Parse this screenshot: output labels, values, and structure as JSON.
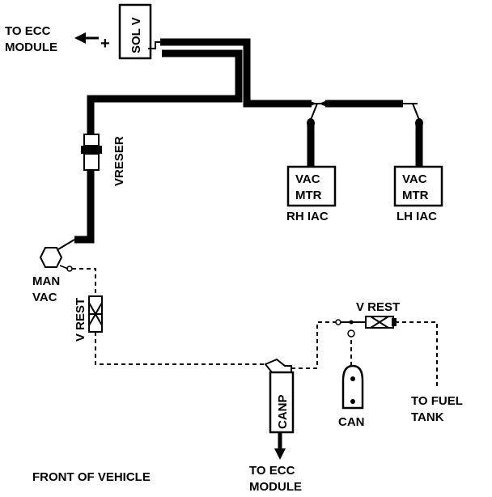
{
  "labels": {
    "to_ecc_top_line1": "TO ECC",
    "to_ecc_top_line2": "MODULE",
    "plus_sign": "+",
    "sol_v": "SOL V",
    "vreser": "VRESER",
    "vac_mtr_rh_line1": "VAC",
    "vac_mtr_rh_line2": "MTR",
    "rh_iac": "RH IAC",
    "vac_mtr_lh_line1": "VAC",
    "vac_mtr_lh_line2": "MTR",
    "lh_iac": "LH IAC",
    "man_vac_line1": "MAN",
    "man_vac_line2": "VAC",
    "v_rest_left": "V REST",
    "v_rest_right": "V REST",
    "canp": "CANP",
    "can": "CAN",
    "to_fuel_tank_line1": "TO FUEL",
    "to_fuel_tank_line2": "TANK",
    "front_of_vehicle": "FRONT OF VEHICLE",
    "to_ecc_bottom_line1": "TO ECC",
    "to_ecc_bottom_line2": "MODULE"
  }
}
